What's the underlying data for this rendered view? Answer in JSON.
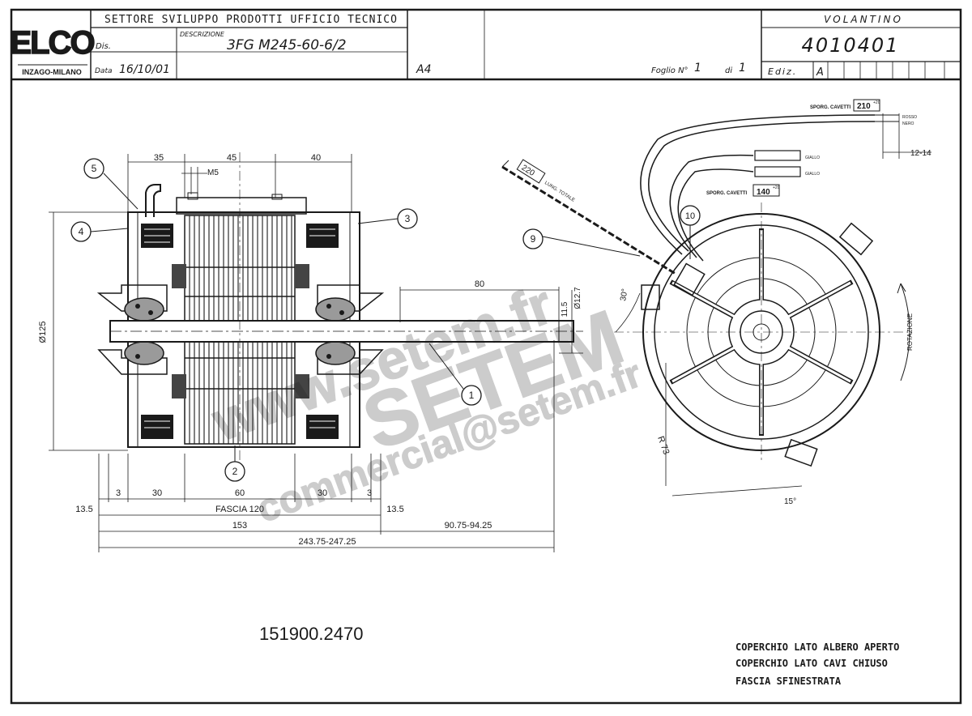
{
  "title_block": {
    "logo": "ELCO",
    "logo_sub": "INZAGO-MILANO",
    "department": "SETTORE SVILUPPO PRODOTTI UFFICIO TECNICO",
    "dis_label": "Dis.",
    "descr_label": "DESCRIZIONE",
    "description": "3FG M245-60-6/2",
    "data_label": "Data",
    "date": "16/10/01",
    "format": "A4",
    "sheet_label": "Foglio N°",
    "sheet_num": "1",
    "of_label": "di",
    "sheet_total": "1",
    "doc_type": "VOLANTINO",
    "doc_number": "4010401",
    "edition_label": "Ediz.",
    "edition": "A"
  },
  "dims": {
    "top_35": "35",
    "top_45": "45",
    "top_40": "40",
    "m5": "M5",
    "dia125": "Ø125",
    "d80": "80",
    "d11_5": "11.5",
    "d12_7": "Ø12.7",
    "b3a": "3",
    "b30a": "30",
    "b60": "60",
    "b30b": "30",
    "b3b": "3",
    "b13_5a": "13.5",
    "fascia": "FASCIA 120",
    "b13_5b": "13.5",
    "b153": "153",
    "b90": "90.75-94.25",
    "b243": "243.75-247.25"
  },
  "side_view": {
    "sporg_210": "SPORG. CAVETTI",
    "val_210": "210",
    "tol_210": "+20",
    "sporg_140": "SPORG. CAVETTI",
    "val_140": "140",
    "tol_140": "+20",
    "w_rosso": "ROSSO",
    "w_nero": "NERO",
    "w_giallo1": "GIALLO",
    "w_giallo2": "GIALLO",
    "d12_14": "12-14",
    "len_220": "220",
    "lung_totale": "LUNG. TOTALE",
    "angle30": "30°",
    "radius": "R 73",
    "angle15": "15°",
    "rotation": "ROTAZIONE"
  },
  "callouts": [
    "1",
    "2",
    "3",
    "4",
    "5",
    "9",
    "10"
  ],
  "watermark": {
    "line1": "www.setem.fr",
    "line2": "SETEM",
    "line3": "commercial@setem.fr"
  },
  "part_code": "151900.2470",
  "notes": [
    "COPERCHIO LATO ALBERO APERTO",
    "COPERCHIO LATO CAVI CHIUSO",
    "FASCIA SFINESTRATA"
  ]
}
